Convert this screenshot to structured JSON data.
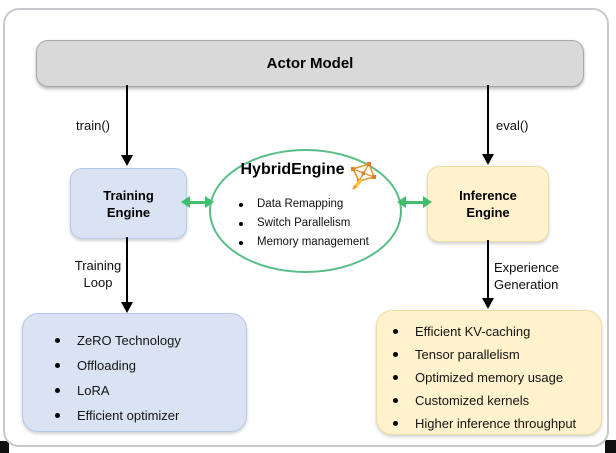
{
  "actor": {
    "label": "Actor Model"
  },
  "edges": {
    "train_label": "train()",
    "eval_label": "eval()",
    "training_loop": [
      "Training",
      "Loop"
    ],
    "experience_generation": [
      "Experience",
      "Generation"
    ]
  },
  "training_engine": {
    "label": [
      "Training",
      "Engine"
    ],
    "features": [
      "ZeRO Technology",
      "Offloading",
      "LoRA",
      "Efficient optimizer"
    ]
  },
  "inference_engine": {
    "label": [
      "Inference",
      "Engine"
    ],
    "features": [
      "Efficient KV-caching",
      "Tensor parallelism",
      "Optimized memory usage",
      "Customized kernels",
      "Higher inference throughput"
    ]
  },
  "hybrid_engine": {
    "title": "HybridEngine",
    "icon": "network-graph-edit-icon",
    "items": [
      "Data Remapping",
      "Switch Parallelism",
      "Memory management"
    ]
  },
  "colors": {
    "blue_fill": "#dae3f3",
    "blue_border": "#b5c8e8",
    "yellow_fill": "#fff2cc",
    "yellow_border": "#efdda6",
    "gray_fill": "#d9d9d9",
    "gray_border": "#a8a8a8",
    "green_ellipse": "#57be86",
    "green_arrow": "#3fbf6e",
    "arrow_black": "#000000",
    "icon_orange": "#e8962e",
    "icon_yellow": "#ffc426"
  }
}
